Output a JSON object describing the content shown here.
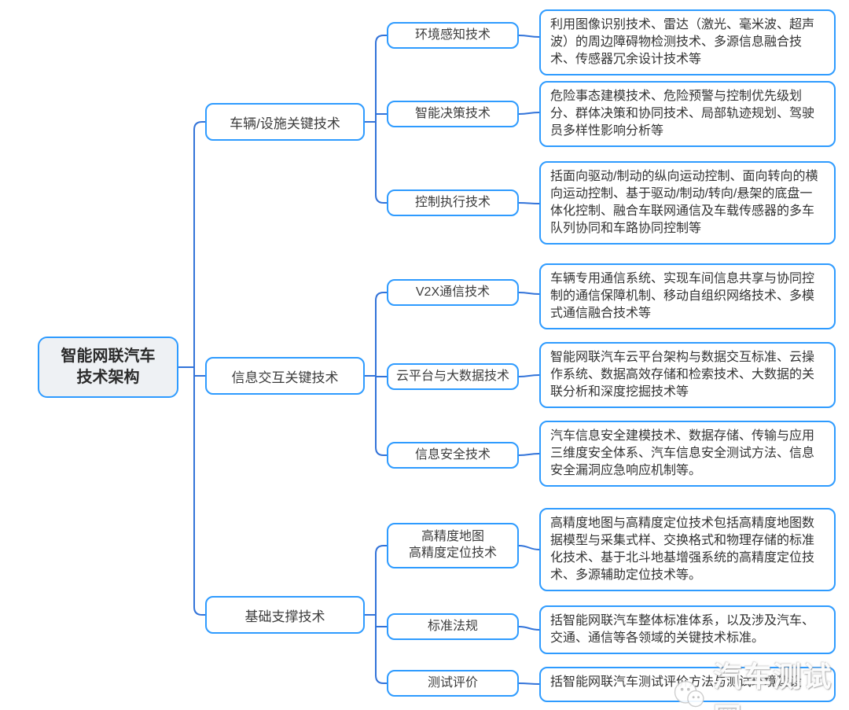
{
  "colors": {
    "node_border": "#2e9bff",
    "connector_line": "#3273d9",
    "root_fill": "#eef1f4",
    "background": "#ffffff"
  },
  "tree": {
    "root": {
      "label": "智能网联汽车\n技术架构"
    },
    "branches": [
      {
        "label": "车辆/设施关键技术",
        "children": [
          {
            "label": "环境感知技术",
            "desc": "利用图像识别技术、雷达（激光、毫米波、超声波）的周边障碍物检测技术、多源信息融合技术、传感器冗余设计技术等"
          },
          {
            "label": "智能决策技术",
            "desc": "危险事态建模技术、危险预警与控制优先级划分、群体决策和协同技术、局部轨迹规划、驾驶员多样性影响分析等"
          },
          {
            "label": "控制执行技术",
            "desc": "括面向驱动/制动的纵向运动控制、面向转向的横向运动控制、基于驱动/制动/转向/悬架的底盘一体化控制、融合车联网通信及车载传感器的多车队列协同和车路协同控制等"
          }
        ]
      },
      {
        "label": "信息交互关键技术",
        "children": [
          {
            "label": "V2X通信技术",
            "desc": "车辆专用通信系统、实现车间信息共享与协同控制的通信保障机制、移动自组织网络技术、多模式通信融合技术等"
          },
          {
            "label": "云平台与大数据技术",
            "desc": "智能网联汽车云平台架构与数据交互标准、云操作系统、数据高效存储和检索技术、大数据的关联分析和深度挖掘技术等"
          },
          {
            "label": "信息安全技术",
            "desc": "汽车信息安全建模技术、数据存储、传输与应用三维度安全体系、汽车信息安全测试方法、信息安全漏洞应急响应机制等。"
          }
        ]
      },
      {
        "label": "基础支撑技术",
        "children": [
          {
            "label": "高精度地图\n高精度定位技术",
            "desc": "高精度地图与高精度定位技术包括高精度地图数据模型与采集式样、交换格式和物理存储的标准化技术、基于北斗地基增强系统的高精度定位技术、多源辅助定位技术等。"
          },
          {
            "label": "标准法规",
            "desc": "括智能网联汽车整体标准体系，以及涉及汽车、交通、通信等各领域的关键技术标准。"
          },
          {
            "label": "测试评价",
            "desc": "括智能网联汽车测试评价方法与测试环境建设"
          }
        ]
      }
    ]
  },
  "watermark": {
    "text": "汽车测试网"
  }
}
